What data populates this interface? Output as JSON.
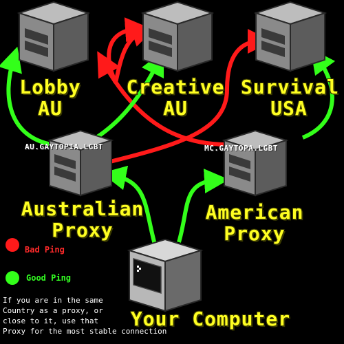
{
  "labels": {
    "lobby_au": "Lobby\nAU",
    "creative_au": "Creative\nAU",
    "survival_usa": "Survival\nUSA",
    "australian_proxy": "Australian\nProxy",
    "american_proxy": "American\nProxy",
    "your_computer": "Your Computer"
  },
  "domains": {
    "au": "AU.GAYTOPIA.LGBT",
    "mc": "MC.GAYTOPA.LGBT"
  },
  "legend": {
    "bad": "Bad Ping",
    "good": "Good Ping"
  },
  "note": [
    "If you are in the same",
    "Country as a proxy, or",
    "close to it, use that",
    "Proxy for the most stable connection"
  ],
  "colors": {
    "text": "#ffff22",
    "bad": "#ff1a1a",
    "good": "#33ff1a",
    "bad_text": "#ff2a2a",
    "good_text": "#33ff22"
  }
}
